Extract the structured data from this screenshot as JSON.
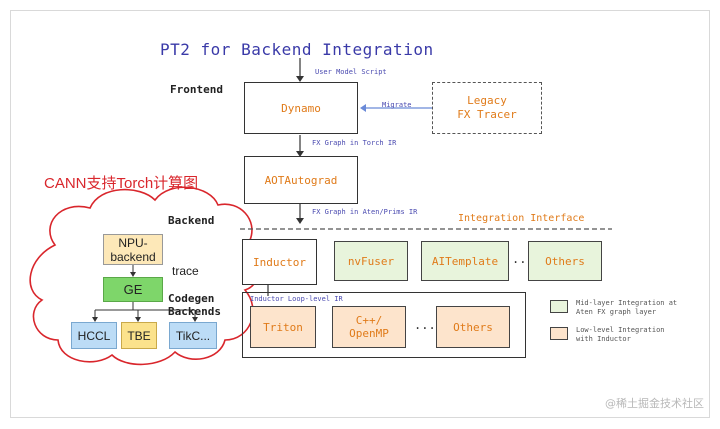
{
  "title": "PT2 for Backend Integration",
  "labels": {
    "frontend": "Frontend",
    "user_model_script": "User Model Script",
    "migrate": "Migrate",
    "fx_graph_torch_ir": "FX Graph in Torch IR",
    "fx_graph_aten_prims_ir": "FX Graph in Aten/Prims IR",
    "integration_interface": "Integration Interface",
    "backend": "Backend",
    "inductor_loop_level_ir": "Inductor Loop-level IR",
    "trace": "trace",
    "codegen_backends": "Codegen Backends",
    "cann_title": "CANN支持Torch计算图"
  },
  "boxes": {
    "dynamo": "Dynamo",
    "legacy_fx_tracer_line1": "Legacy",
    "legacy_fx_tracer_line2": "FX Tracer",
    "aot_autograd": "AOTAutograd",
    "inductor": "Inductor",
    "nvfuser": "nvFuser",
    "aitemplate": "AITemplate",
    "mid_ellipsis": "...",
    "others_mid": "Others",
    "triton": "Triton",
    "cpp_openmp_line1": "C++/",
    "cpp_openmp_line2": "OpenMP",
    "low_ellipsis": "...",
    "others_low": "Others"
  },
  "cann": {
    "npu_backend_line1": "NPU-",
    "npu_backend_line2": "backend",
    "ge": "GE",
    "hccl": "HCCL",
    "tbe": "TBE",
    "tikc": "TikC..."
  },
  "legend": {
    "mid_layer_line1": "Mid-layer Integration at",
    "mid_layer_line2": "Aten FX graph layer",
    "low_level_line1": "Low-level Integration",
    "low_level_line2": "with Inductor"
  },
  "watermark": "@稀土掘金技术社区",
  "colors": {
    "title": "#3a3aa8",
    "accent_orange": "#e07b1a",
    "mid_layer_fill": "#e8f4dc",
    "low_level_fill": "#fde4cc",
    "cann_red": "#d9262c",
    "ge_green": "#7ed66a",
    "hccl_blue": "#bcdcf6",
    "tbe_yellow": "#fbe28c"
  }
}
